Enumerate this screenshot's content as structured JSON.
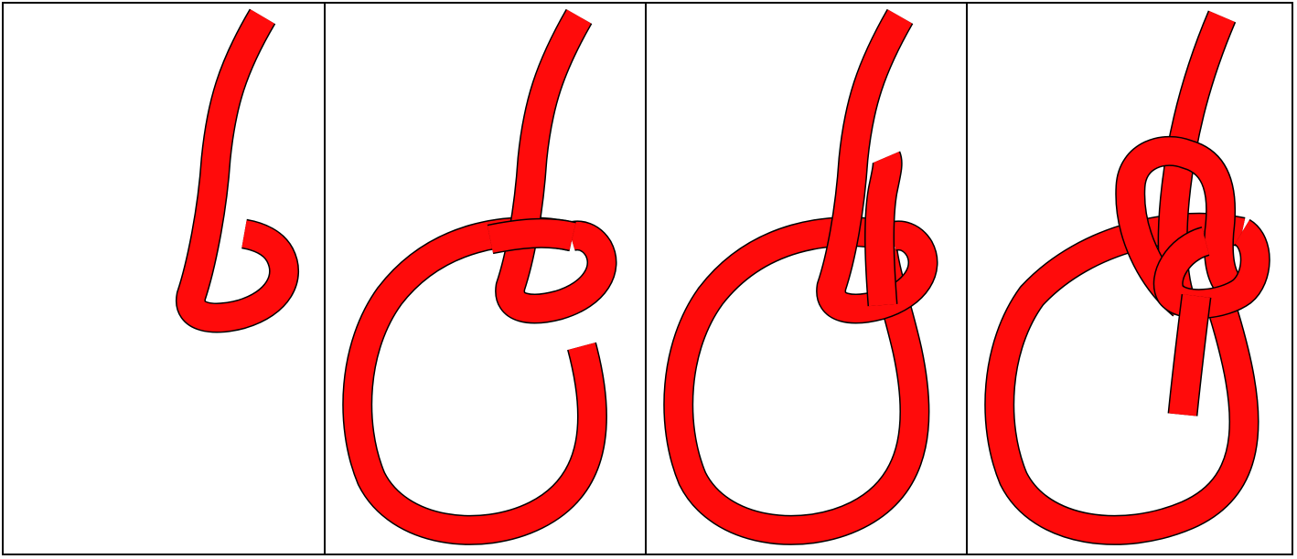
{
  "figure": {
    "description_steps": 4,
    "rope_color": "#ff0b0b",
    "outline_color": "#000000",
    "panels": [
      {
        "step": 1,
        "name": "step-1-hook"
      },
      {
        "step": 2,
        "name": "step-2-loop"
      },
      {
        "step": 3,
        "name": "step-3-pass-through"
      },
      {
        "step": 4,
        "name": "step-4-finished-knot"
      }
    ]
  }
}
